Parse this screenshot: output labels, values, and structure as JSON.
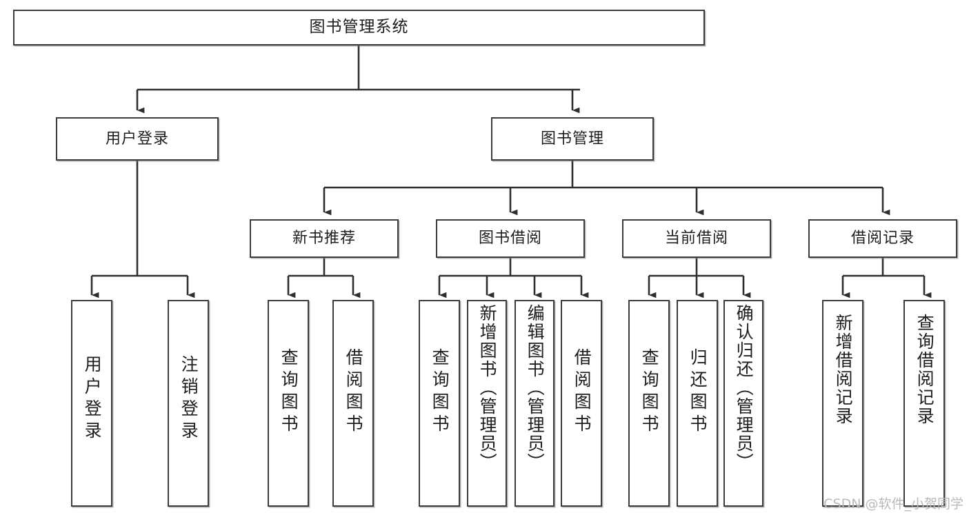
{
  "diagram": {
    "title": "图书管理系统",
    "type": "hierarchy-tree",
    "watermark": "CSDN @软件_小贺同学",
    "colors": {
      "box_border": "#3b3b3b",
      "box_fill": "#ffffff",
      "connector": "#2e2e2e",
      "text": "#1d1d1d",
      "watermark": "#b9b9b9"
    },
    "nodes": {
      "root": {
        "label": "图书管理系统"
      },
      "level2": [
        {
          "id": "user-login",
          "label": "用户登录"
        },
        {
          "id": "book-manage",
          "label": "图书管理"
        }
      ],
      "level3": [
        {
          "id": "new-book-recommend",
          "label": "新书推荐"
        },
        {
          "id": "book-borrow",
          "label": "图书借阅"
        },
        {
          "id": "current-borrow",
          "label": "当前借阅"
        },
        {
          "id": "borrow-record",
          "label": "借阅记录"
        }
      ],
      "leaves": {
        "user-login": [
          {
            "id": "leaf-user-login",
            "label": "用户登录"
          },
          {
            "id": "leaf-user-logout",
            "label": "注销登录"
          }
        ],
        "new-book-recommend": [
          {
            "id": "leaf-query-book-1",
            "label": "查询图书"
          },
          {
            "id": "leaf-borrow-book-1",
            "label": "借阅图书"
          }
        ],
        "book-borrow": [
          {
            "id": "leaf-query-book-2",
            "label": "查询图书"
          },
          {
            "id": "leaf-add-book",
            "label": "新增图书（管理员）"
          },
          {
            "id": "leaf-edit-book",
            "label": "编辑图书（管理员）"
          },
          {
            "id": "leaf-borrow-book-2",
            "label": "借阅图书"
          }
        ],
        "current-borrow": [
          {
            "id": "leaf-query-book-3",
            "label": "查询图书"
          },
          {
            "id": "leaf-return-book",
            "label": "归还图书"
          },
          {
            "id": "leaf-confirm-return",
            "label": "确认归还（管理员）"
          }
        ],
        "borrow-record": [
          {
            "id": "leaf-add-record",
            "label": "新增借阅记录"
          },
          {
            "id": "leaf-query-record",
            "label": "查询借阅记录"
          }
        ]
      }
    }
  }
}
